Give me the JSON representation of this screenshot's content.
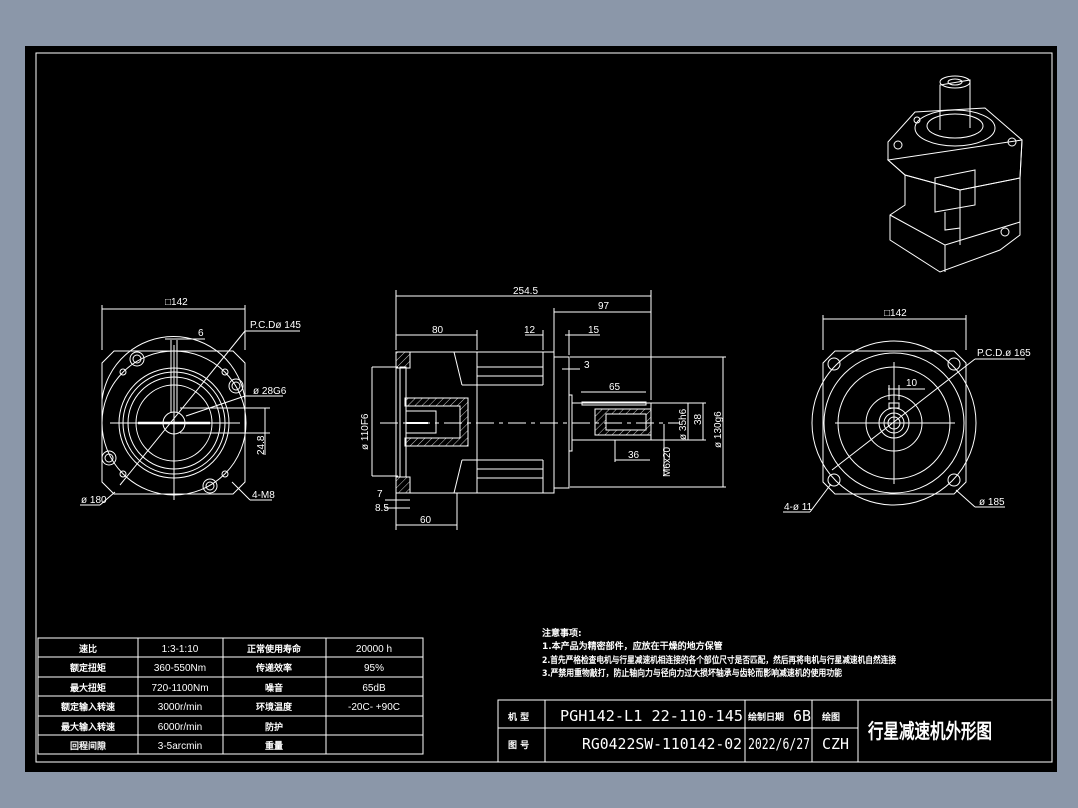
{
  "colors": {
    "background": "#8b97a9",
    "sheet": "#000000",
    "lines": "#ffffff"
  },
  "left_view": {
    "square": "□142",
    "pcd": "P.C.Dø 145",
    "key_width": "6",
    "bore": "ø 28G6",
    "key_height": "24.8",
    "outer": "ø 180",
    "holes": "4-M8"
  },
  "side_view": {
    "total_length": "254.5",
    "output_length": "97",
    "flange_length": "80",
    "d12": "12",
    "d15": "15",
    "d3": "3",
    "key_length": "65",
    "shaft_thread_depth": "36",
    "pilot": "ø 110F6",
    "output_pilot": "ø 130g6",
    "shaft_dia": "ø 35h6",
    "shaft_38": "38",
    "thread": "M6x20",
    "d7": "7",
    "d85": "8.5",
    "d60": "60"
  },
  "right_view": {
    "square": "□142",
    "pcd": "P.C.D.ø 165",
    "key_width": "10",
    "holes": "4-ø 11",
    "outer": "ø 185"
  },
  "spec_table": {
    "rows": [
      {
        "label": "速比",
        "value": "1:3-1:10",
        "label2": "正常使用寿命",
        "value2": "20000  h"
      },
      {
        "label": "额定扭矩",
        "value": "360-550Nm",
        "label2": "传递效率",
        "value2": "95%"
      },
      {
        "label": "最大扭矩",
        "value": "720-1100Nm",
        "label2": "噪音",
        "value2": "65dB"
      },
      {
        "label": "额定输入转速",
        "value": "3000r/min",
        "label2": "环境温度",
        "value2": "-20C- +90C"
      },
      {
        "label": "最大输入转速",
        "value": "6000r/min",
        "label2": "防护",
        "value2": ""
      },
      {
        "label": "回程间隙",
        "value": "3-5arcmin",
        "label2": "重量",
        "value2": ""
      }
    ]
  },
  "notes": {
    "title": "注意事项:",
    "items": [
      "1.本产品为精密部件，应放在干燥的地方保管",
      "2.首先严格检查电机与行星减速机相连接的各个部位尺寸是否匹配，然后再将电机与行星减速机自然连接",
      "3.严禁用重物敲打，防止轴向力与径向力过大损坏轴承与齿轮而影响减速机的使用功能"
    ]
  },
  "title_block": {
    "model_label": "机 型",
    "model": "PGH142-L1 22-110-145",
    "drawing_no_label": "图 号",
    "drawing_no": "RG0422SW-110142-02",
    "date_label": "绘制日期",
    "date_suffix": "6B",
    "date": "2022/6/27",
    "drawer_label": "绘图",
    "drawer": "CZH",
    "title": "行星减速机外形图"
  }
}
